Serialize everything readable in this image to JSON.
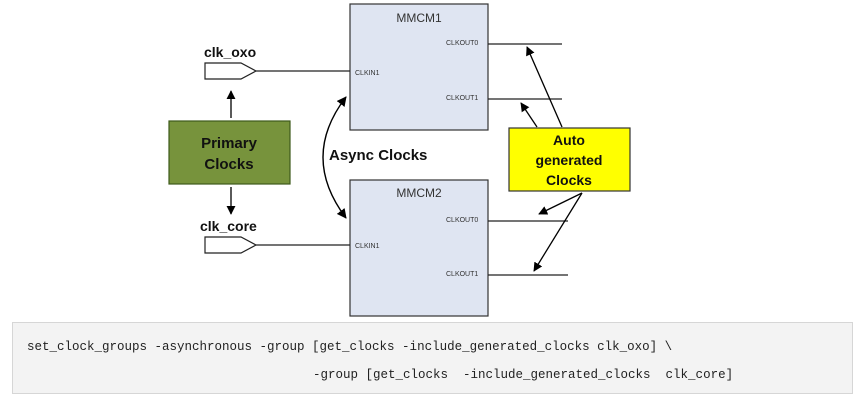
{
  "mmcm1": {
    "title": "MMCM1",
    "in_pin": "CLKIN1",
    "out0": "CLKOUT0",
    "out1": "CLKOUT1"
  },
  "mmcm2": {
    "title": "MMCM2",
    "in_pin": "CLKIN1",
    "out0": "CLKOUT0",
    "out1": "CLKOUT1"
  },
  "clk_oxo": "clk_oxo",
  "clk_core": "clk_core",
  "primary_clocks": {
    "line1": "Primary",
    "line2": "Clocks"
  },
  "auto_generated": {
    "line1": "Auto",
    "line2": "generated",
    "line3": "Clocks"
  },
  "async_label": "Async Clocks",
  "colors": {
    "mmcm_fill": "#dfe5f2",
    "primary_fill": "#77933c",
    "auto_fill": "#ffff00"
  },
  "code": {
    "line1": "set_clock_groups -asynchronous -group [get_clocks -include_generated_clocks clk_oxo] \\",
    "line2": "-group [get_clocks  -include_generated_clocks  clk_core]"
  }
}
